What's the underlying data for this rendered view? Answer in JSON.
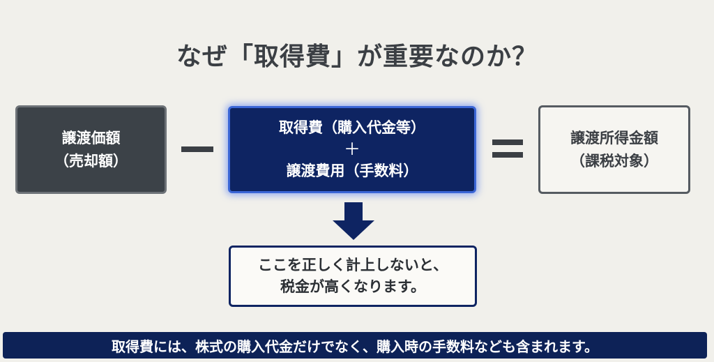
{
  "title": "なぜ「取得費」が重要なのか？",
  "sale_box": {
    "line1": "譲渡価額",
    "line2": "（売却額）"
  },
  "cost_box": {
    "line1": "取得費（購入代金等）",
    "plus": "＋",
    "line2": "譲渡費用（手数料）"
  },
  "result_box": {
    "line1": "譲渡所得金額",
    "line2": "（課税対象）"
  },
  "warning_box": {
    "line1": "ここを正しく計上しないと、",
    "line2": "税金が高くなります。"
  },
  "footer_note": "取得費には、株式の購入代金だけでなく、購入時の手数料なども含まれます。",
  "colors": {
    "navy": "#0e2462",
    "dark": "#3c4248",
    "background": "#f1f0eb"
  }
}
